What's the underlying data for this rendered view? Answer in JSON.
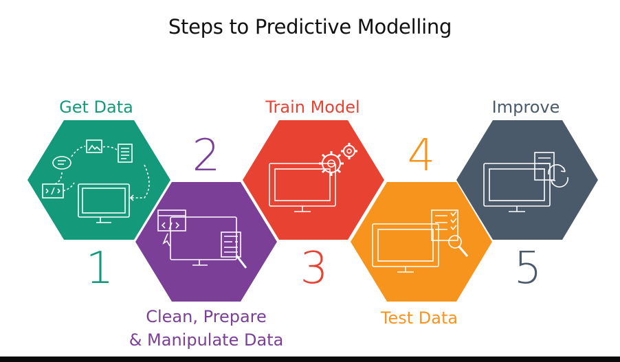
{
  "title": "Steps to Predictive Modelling",
  "steps": [
    {
      "number": "1",
      "label": "Get Data",
      "color": "#149A7A"
    },
    {
      "number": "2",
      "label_lines": [
        "Clean, Prepare",
        "& Manipulate Data"
      ],
      "color": "#7B3F98"
    },
    {
      "number": "3",
      "label": "Train Model",
      "color": "#E84233"
    },
    {
      "number": "4",
      "label": "Test Data",
      "color": "#F7941D"
    },
    {
      "number": "5",
      "label": "Improve",
      "color": "#4B5A6B"
    }
  ],
  "icons": [
    "monitor-icon",
    "code-window-icon",
    "gears-icon",
    "checklist-icon",
    "refresh-document-icon"
  ]
}
